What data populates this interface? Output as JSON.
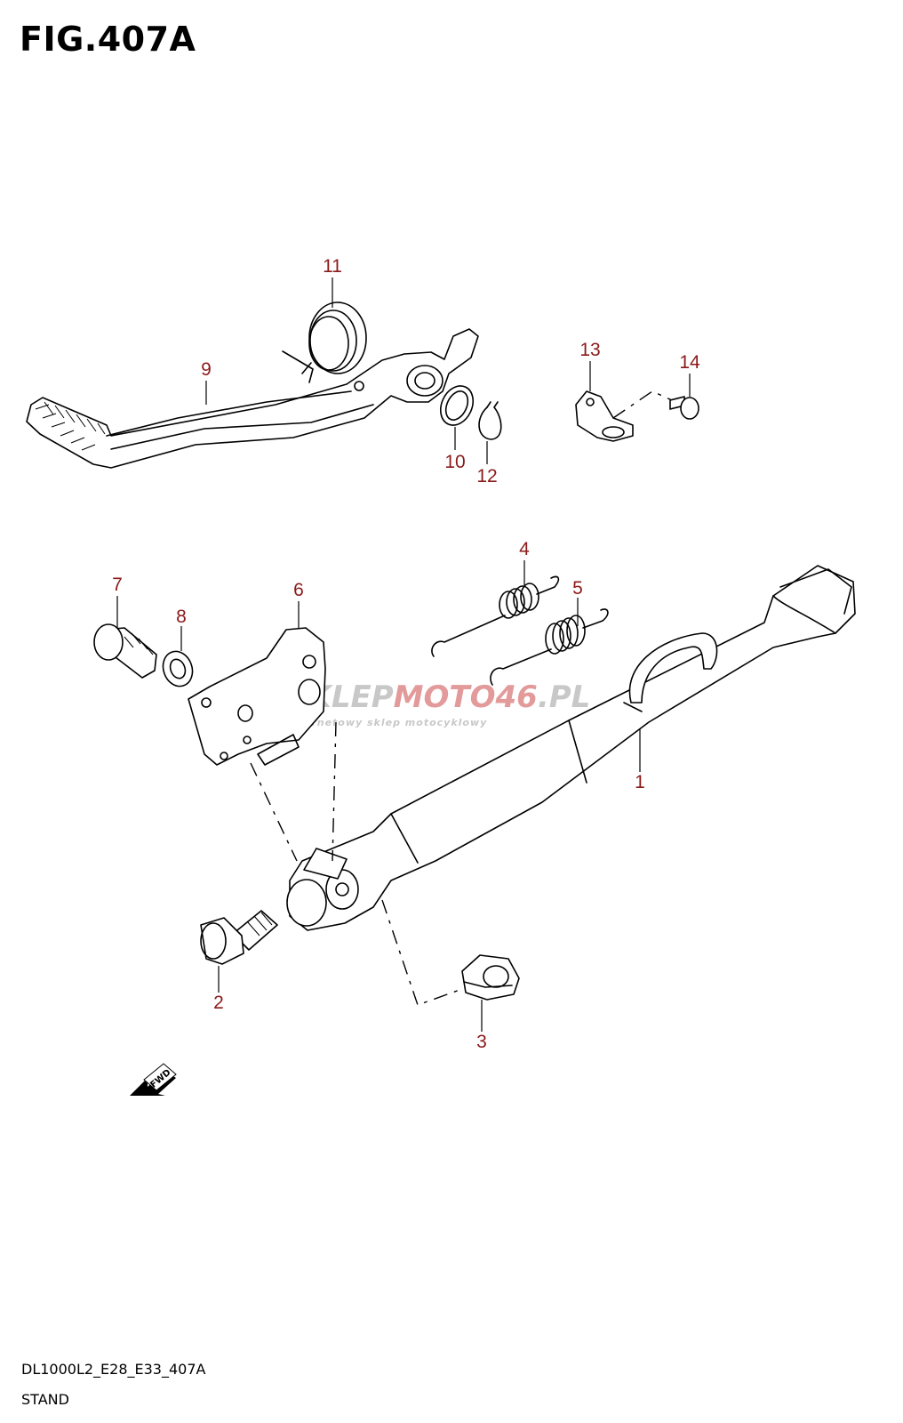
{
  "figure": {
    "title": "FIG.407A"
  },
  "watermark": {
    "brand_prefix": "SKLEP",
    "brand_mid": "MOTO",
    "brand_num": "46",
    "brand_suffix": ".PL",
    "tagline": "internetowy sklep motocyklowy",
    "color_gray": "#c8c8c8",
    "color_red": "#e39a9a"
  },
  "callouts": {
    "n1": "1",
    "n2": "2",
    "n3": "3",
    "n4": "4",
    "n5": "5",
    "n6": "6",
    "n7": "7",
    "n8": "8",
    "n9": "9",
    "n10": "10",
    "n11": "11",
    "n12": "12",
    "n13": "13",
    "n14": "14"
  },
  "fwd_arrow": {
    "label": "FWD"
  },
  "footer": {
    "code": "DL1000L2_E28_E33_407A",
    "name": "STAND"
  },
  "colors": {
    "callout": "#8b1a1a",
    "line": "#000000"
  }
}
